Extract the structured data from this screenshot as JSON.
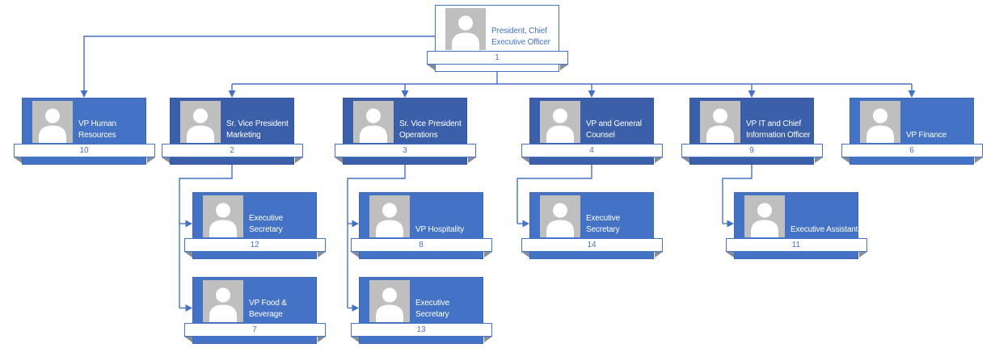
{
  "diagram": {
    "type": "org-chart",
    "accent_color": "#4472C4",
    "dark_card_color": "#3B5FA8",
    "light_card_color": "#4472C4",
    "connector_color": "#4472C4",
    "photo_placeholder_color": "#BFBFBF",
    "photo_placeholder_icon": "person-silhouette-icon",
    "nodes": [
      {
        "id": "ceo",
        "title": "President, Chief Executive Officer",
        "badge": "1",
        "variant": "white"
      },
      {
        "id": "vp-human-resources",
        "title": "VP Human Resources",
        "badge": "10",
        "variant": "light"
      },
      {
        "id": "sr-vp-marketing",
        "title": "Sr. Vice President Marketing",
        "badge": "2",
        "variant": "dark"
      },
      {
        "id": "sr-vp-operations",
        "title": "Sr. Vice President Operations",
        "badge": "3",
        "variant": "dark"
      },
      {
        "id": "vp-general-counsel",
        "title": "VP and General Counsel",
        "badge": "4",
        "variant": "dark"
      },
      {
        "id": "vp-it-cio",
        "title": "VP IT and Chief Information Officer",
        "badge": "9",
        "variant": "dark"
      },
      {
        "id": "vp-finance",
        "title": "VP Finance",
        "badge": "6",
        "variant": "light"
      },
      {
        "id": "exec-sec-marketing",
        "title": "Executive Secretary",
        "badge": "12",
        "variant": "light"
      },
      {
        "id": "vp-food-beverage",
        "title": "VP Food & Beverage",
        "badge": "7",
        "variant": "light"
      },
      {
        "id": "vp-hospitality",
        "title": "VP Hospitality",
        "badge": "8",
        "variant": "light"
      },
      {
        "id": "exec-sec-operations",
        "title": "Executive Secretary",
        "badge": "13",
        "variant": "light"
      },
      {
        "id": "exec-sec-counsel",
        "title": "Executive Secretary",
        "badge": "14",
        "variant": "light"
      },
      {
        "id": "exec-assistant-it",
        "title": "Executive Assistant",
        "badge": "11",
        "variant": "light"
      }
    ],
    "edges": [
      {
        "from": "ceo",
        "to": "vp-human-resources"
      },
      {
        "from": "ceo",
        "to": "sr-vp-marketing"
      },
      {
        "from": "ceo",
        "to": "sr-vp-operations"
      },
      {
        "from": "ceo",
        "to": "vp-general-counsel"
      },
      {
        "from": "ceo",
        "to": "vp-it-cio"
      },
      {
        "from": "ceo",
        "to": "vp-finance"
      },
      {
        "from": "sr-vp-marketing",
        "to": "exec-sec-marketing"
      },
      {
        "from": "sr-vp-marketing",
        "to": "vp-food-beverage"
      },
      {
        "from": "sr-vp-operations",
        "to": "vp-hospitality"
      },
      {
        "from": "sr-vp-operations",
        "to": "exec-sec-operations"
      },
      {
        "from": "vp-general-counsel",
        "to": "exec-sec-counsel"
      },
      {
        "from": "vp-it-cio",
        "to": "exec-assistant-it"
      }
    ]
  }
}
